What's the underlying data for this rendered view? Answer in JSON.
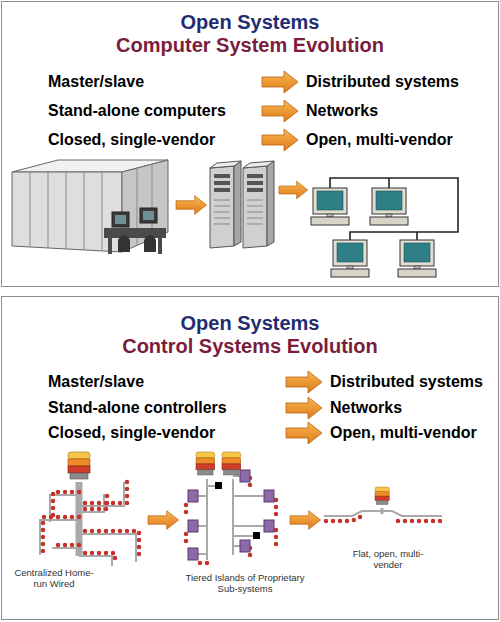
{
  "diagram": {
    "nodes": [
      {
        "text": [
          "Open Systems",
          "Computer System Evolution"
        ]
      },
      {
        "text": [
          "Open Systems",
          "Control Systems Evolution"
        ]
      }
    ],
    "labels": [
      "Master/slave",
      "Distributed systems",
      "Stand-alone computers",
      "Networks",
      "Closed, single-vendor",
      "Open, multi-vendor",
      "Master/slave",
      "Distributed systems",
      "Stand-alone controllers",
      "Networks",
      "Closed, single-vendor",
      "Open, multi-vendor",
      "Centralized Home-run Wired",
      "Tiered Islands of Proprietary Sub-systems",
      "Flat, open, multi-vender"
    ]
  }
}
